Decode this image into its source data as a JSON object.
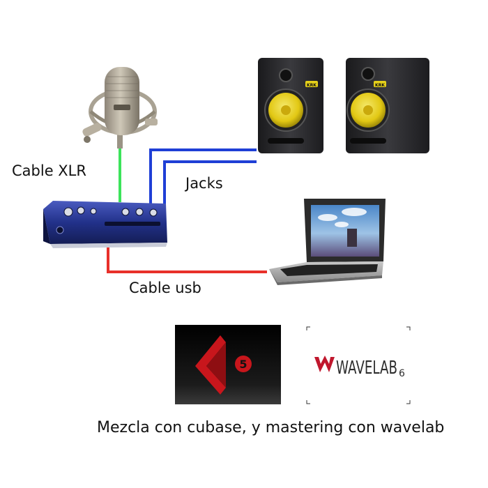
{
  "labels": {
    "cable_xlr": "Cable XLR",
    "jacks": "Jacks",
    "cable_usb": "Cable usb",
    "caption": "Mezcla con cubase, y mastering con wavelab"
  },
  "logos": {
    "cubase_version": "5",
    "wavelab_name": "WAVELAB",
    "wavelab_version": "6"
  },
  "monitor_badge": "KRK",
  "colors": {
    "xlr_cable": "#3ce35a",
    "jack_cable": "#1f3fd6",
    "usb_cable": "#e8302a",
    "cubase_red": "#c8161c",
    "wavelab_red": "#c0172d",
    "speaker_cone": "#e6d11a",
    "interface_blue": "#23348f"
  },
  "icons": [
    "condenser-microphone-icon",
    "studio-monitor-icon",
    "audio-interface-icon",
    "laptop-icon",
    "cubase-logo",
    "wavelab-logo"
  ]
}
